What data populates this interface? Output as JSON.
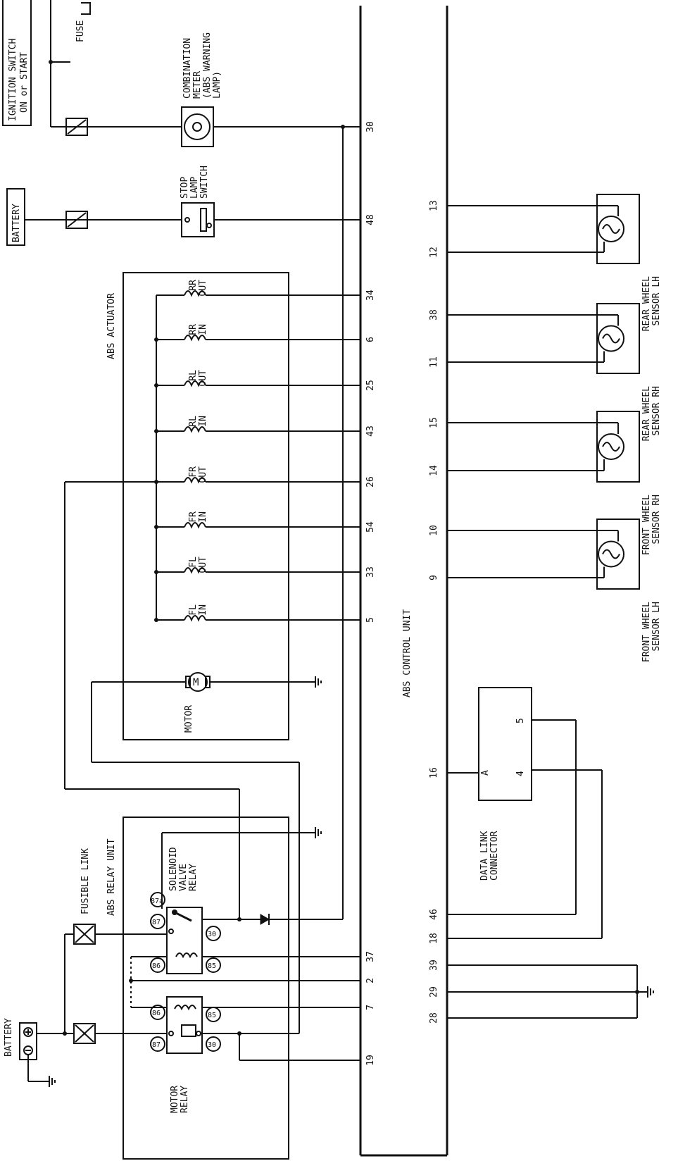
{
  "labels": {
    "ignition_l1": "IGNITION SWITCH",
    "ignition_l2": "ON or START",
    "fuse": "FUSE",
    "battery_top": "BATTERY",
    "combo_l1": "COMBINATION",
    "combo_l2": "METER",
    "combo_l3": "(ABS WARNING",
    "combo_l4": "LAMP)",
    "stop_l1": "STOP",
    "stop_l2": "LAMP",
    "stop_l3": "SWITCH",
    "abs_actuator": "ABS ACTUATOR",
    "motor": "MOTOR",
    "abs_control_unit": "ABS CONTROL UNIT",
    "abs_relay_unit": "ABS RELAY UNIT",
    "fusible_link": "FUSIBLE LINK",
    "solenoid_l1": "SOLENOID",
    "solenoid_l2": "VALVE",
    "solenoid_l3": "RELAY",
    "battery_bottom": "BATTERY",
    "motor_relay_l1": "MOTOR",
    "motor_relay_l2": "RELAY",
    "data_link_l1": "DATA LINK",
    "data_link_l2": "CONNECTOR",
    "dl_pin_a": "A",
    "dl_pin_4": "4",
    "dl_pin_5": "5"
  },
  "coils": [
    {
      "l1": "RR",
      "l2": "OUT",
      "pin": "34"
    },
    {
      "l1": "RR",
      "l2": "IN",
      "pin": "6"
    },
    {
      "l1": "RL",
      "l2": "OUT",
      "pin": "25"
    },
    {
      "l1": "RL",
      "l2": "IN",
      "pin": "43"
    },
    {
      "l1": "FR",
      "l2": "OUT",
      "pin": "26"
    },
    {
      "l1": "FR",
      "l2": "IN",
      "pin": "54"
    },
    {
      "l1": "FL",
      "l2": "OUT",
      "pin": "33"
    },
    {
      "l1": "FL",
      "l2": "IN",
      "pin": "5"
    }
  ],
  "sensors": [
    {
      "l1": "REAR WHEEL",
      "l2": "SENSOR LH",
      "pin_a": "13",
      "pin_b": "12"
    },
    {
      "l1": "REAR WHEEL",
      "l2": "SENSOR RH",
      "pin_a": "38",
      "pin_b": "11"
    },
    {
      "l1": "FRONT WHEEL",
      "l2": "SENSOR RH",
      "pin_a": "15",
      "pin_b": "14"
    },
    {
      "l1": "FRONT WHEEL",
      "l2": "SENSOR LH",
      "pin_a": "10",
      "pin_b": "9"
    }
  ],
  "control_pins": {
    "p30": "30",
    "p48": "48",
    "p37": "37",
    "p2": "2",
    "p7": "7",
    "p19": "19",
    "p16": "16",
    "p46": "46",
    "p18": "18",
    "p39": "39",
    "p29": "29",
    "p28": "28"
  },
  "relay_terminals": {
    "sv87a": "87a",
    "sv87": "87",
    "sv30": "30",
    "sv86": "86",
    "sv85": "85",
    "mr86": "86",
    "mr85": "85",
    "mr87": "87",
    "mr30": "30"
  }
}
